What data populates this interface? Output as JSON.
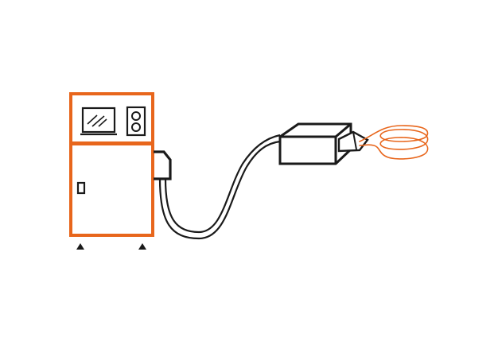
{
  "illustration": {
    "subject": "induction-heating-unit",
    "colors": {
      "accent": "#E8661C",
      "line": "#1A1A1A",
      "background": "#FFFFFF"
    },
    "parts": {
      "cabinet": {
        "icon": "power-cabinet-icon"
      },
      "control_panel": {
        "icons": [
          "display-screen-icon",
          "dual-knob-icon"
        ]
      },
      "door": {
        "icon": "door-handle-icon"
      },
      "feet": {
        "icon": "foot-triangle-icon",
        "count": 2
      },
      "cable": {
        "icon": "coaxial-cable-icon"
      },
      "transformer": {
        "icon": "transformer-box-icon"
      },
      "coil": {
        "icon": "induction-coil-icon",
        "turns": 3
      }
    }
  }
}
